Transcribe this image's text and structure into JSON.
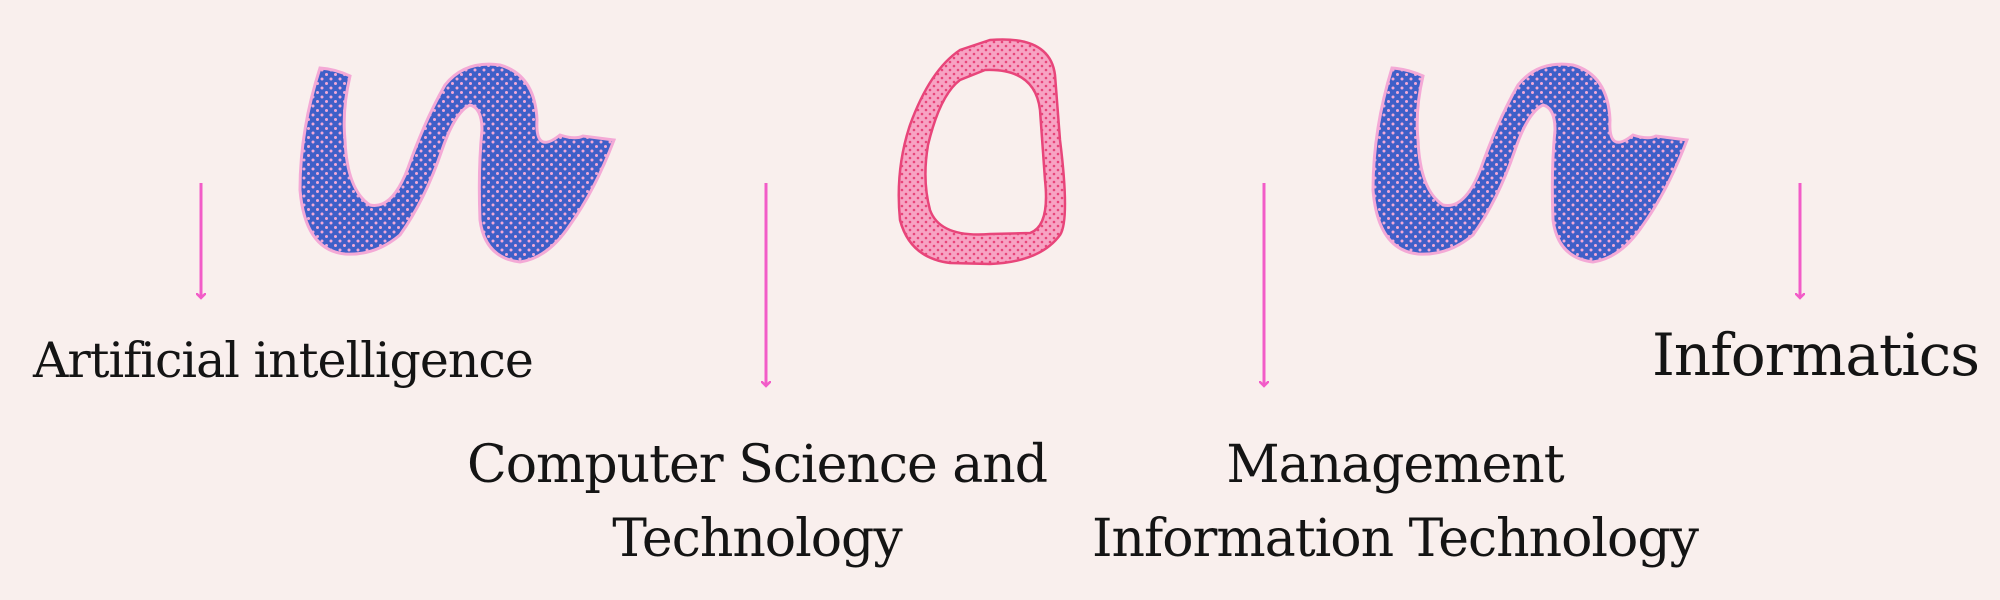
{
  "diagram": {
    "background_color": "#f9efed",
    "arrow_color": "#f25cc8",
    "text_color": "#141414",
    "labels": {
      "ai": "Artificial intelligence",
      "cst_line1": "Computer Science and",
      "cst_line2": "Technology",
      "mit_line1": "Management",
      "mit_line2": "Information Technology",
      "informatics": "Informatics"
    },
    "decorations": [
      {
        "name": "blue-wave-shape",
        "fill": "#3f5fc8",
        "dot_color": "#f4a9d6",
        "outline": "#f4a9d6"
      },
      {
        "name": "pink-ring-shape",
        "fill": "#f7a3c3",
        "dot_color": "#e8457a",
        "outline": "#e8457a"
      },
      {
        "name": "blue-wave-shape",
        "fill": "#3f5fc8",
        "dot_color": "#f4a9d6",
        "outline": "#f4a9d6"
      }
    ]
  }
}
